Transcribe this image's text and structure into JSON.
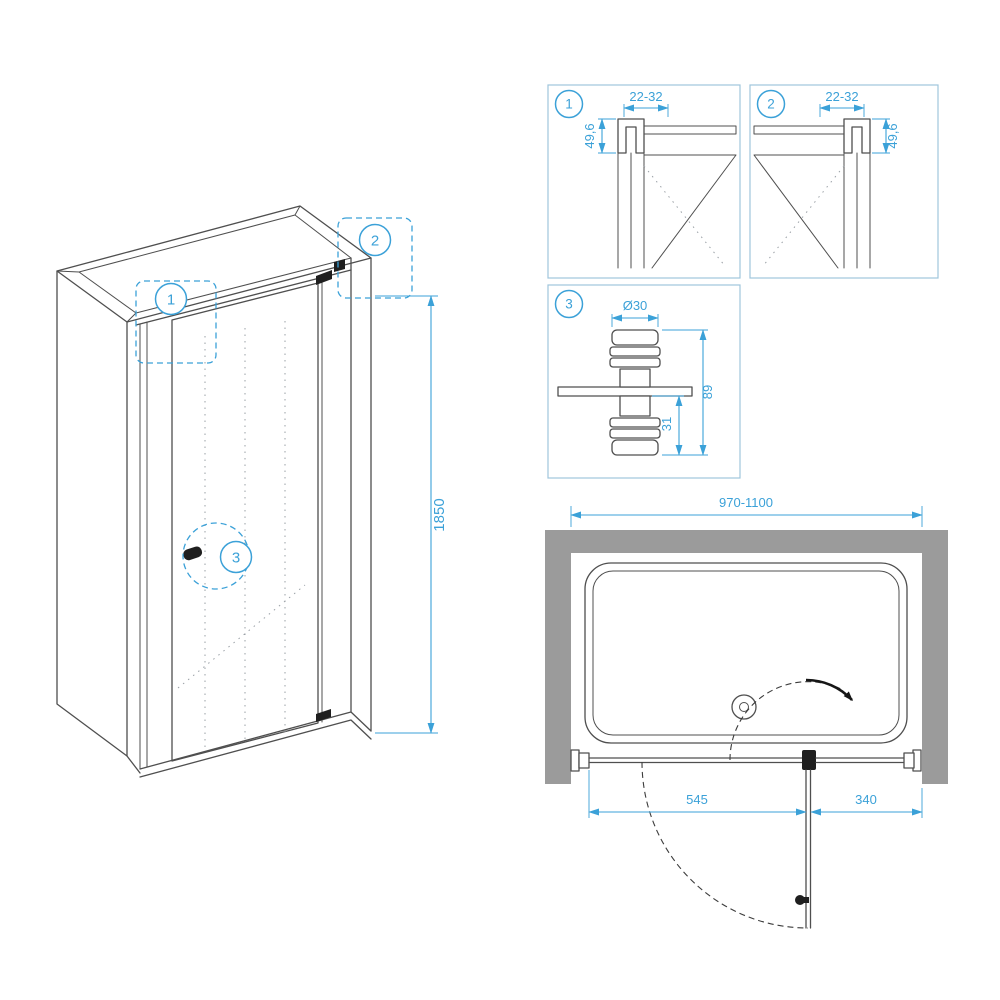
{
  "colors": {
    "annotation": "#3ba1d8",
    "line": "#4f4f4f",
    "line_dark": "#1f1f1f",
    "wall": "#9b9b9b",
    "panel_border": "#9fc6dc",
    "background": "#ffffff"
  },
  "callouts": {
    "c1": "1",
    "c2": "2",
    "c3": "3"
  },
  "iso_view": {
    "height_dim": "1850"
  },
  "detail1": {
    "callout": "1",
    "depth": "49,6",
    "range": "22-32"
  },
  "detail2": {
    "callout": "2",
    "range": "22-32",
    "depth": "49,6"
  },
  "detail3": {
    "callout": "3",
    "diameter": "Ø30",
    "total_height": "89",
    "knob_height": "31"
  },
  "plan_view": {
    "width_range": "970-1100",
    "door_width": "545",
    "fixed_width": "340"
  }
}
